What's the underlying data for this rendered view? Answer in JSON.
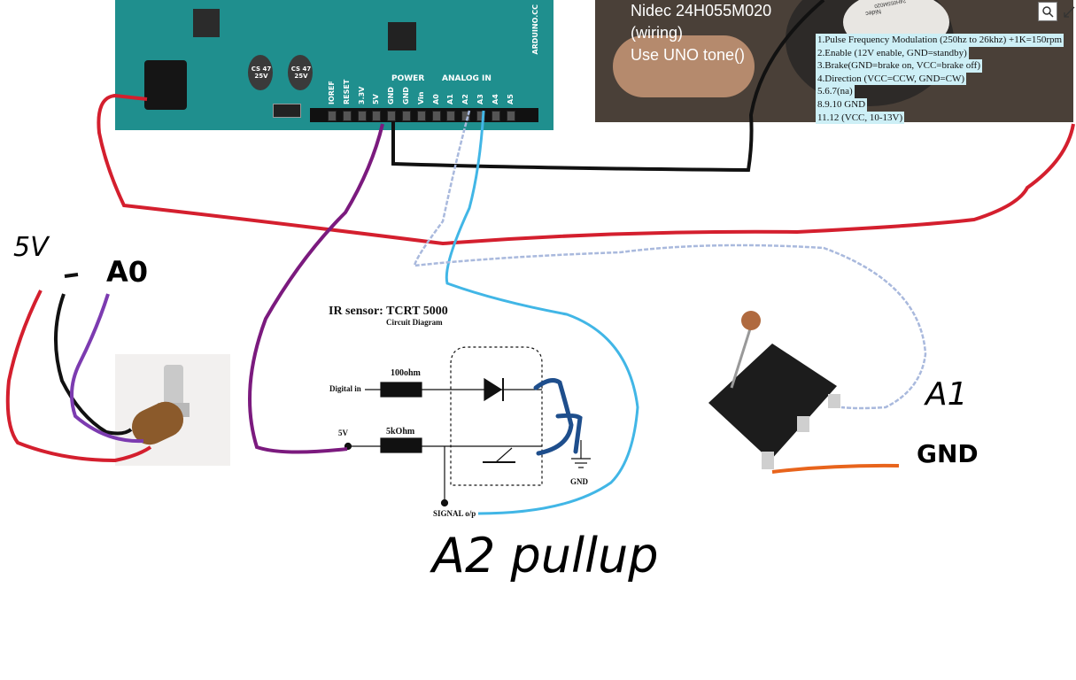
{
  "arduino": {
    "brand": "ARDUINO.CC",
    "cap1": "CS 47 25V",
    "cap2": "CS 47 25V",
    "section_power": "POWER",
    "section_analog": "ANALOG IN",
    "pins": [
      "IOREF",
      "RESET",
      "3.3V",
      "5V",
      "GND",
      "GND",
      "Vin",
      "A0",
      "A1",
      "A2",
      "A3",
      "A4",
      "A5"
    ]
  },
  "motor": {
    "title_lines": [
      "Nidec 24H055M020",
      "(wiring)",
      "Use UNO tone()"
    ],
    "pinout": [
      "1.Pulse Frequency Modulation (250hz to 26khz) +1K=150rpm",
      "2.Enable (12V enable, GND=standby)",
      "3.Brake(GND=brake on, VCC=brake off)",
      "4.Direction (VCC=CCW, GND=CW)",
      "5.6.7(na)",
      "8.9.10 GND",
      "11.12 (VCC,  10-13V)"
    ],
    "photo_label": "24H055M020",
    "photo_brand": "Nidec"
  },
  "toolbar": {
    "search_icon": "magnifier",
    "expand_icon": "diagonal-arrow"
  },
  "ir_sensor": {
    "title": "IR sensor: TCRT 5000",
    "subtitle": "Circuit Diagram",
    "digital_in": "Digital in",
    "r1": "100ohm",
    "r2": "5kOhm",
    "vcc": "5V",
    "gnd": "GND",
    "signal": "SIGNAL o/p"
  },
  "annotations": {
    "pot_5v": "5V",
    "pot_a0": "A0",
    "switch_a1": "A1",
    "switch_gnd": "GND",
    "a2_pullup": "A2 pullup"
  },
  "colors": {
    "wire_red": "#d41f2e",
    "wire_purple": "#7b1a7e",
    "wire_black": "#111111",
    "wire_lightblue": "#41b6e6",
    "wire_paleblue": "#a9b9dd",
    "wire_orange": "#e8641c",
    "ink_green": "#4cbb17",
    "ink_pink": "#d6247a",
    "ink_violet": "#7c3bb0",
    "ink_navy": "#1e4e8c",
    "highlight": "#cdeff6"
  }
}
